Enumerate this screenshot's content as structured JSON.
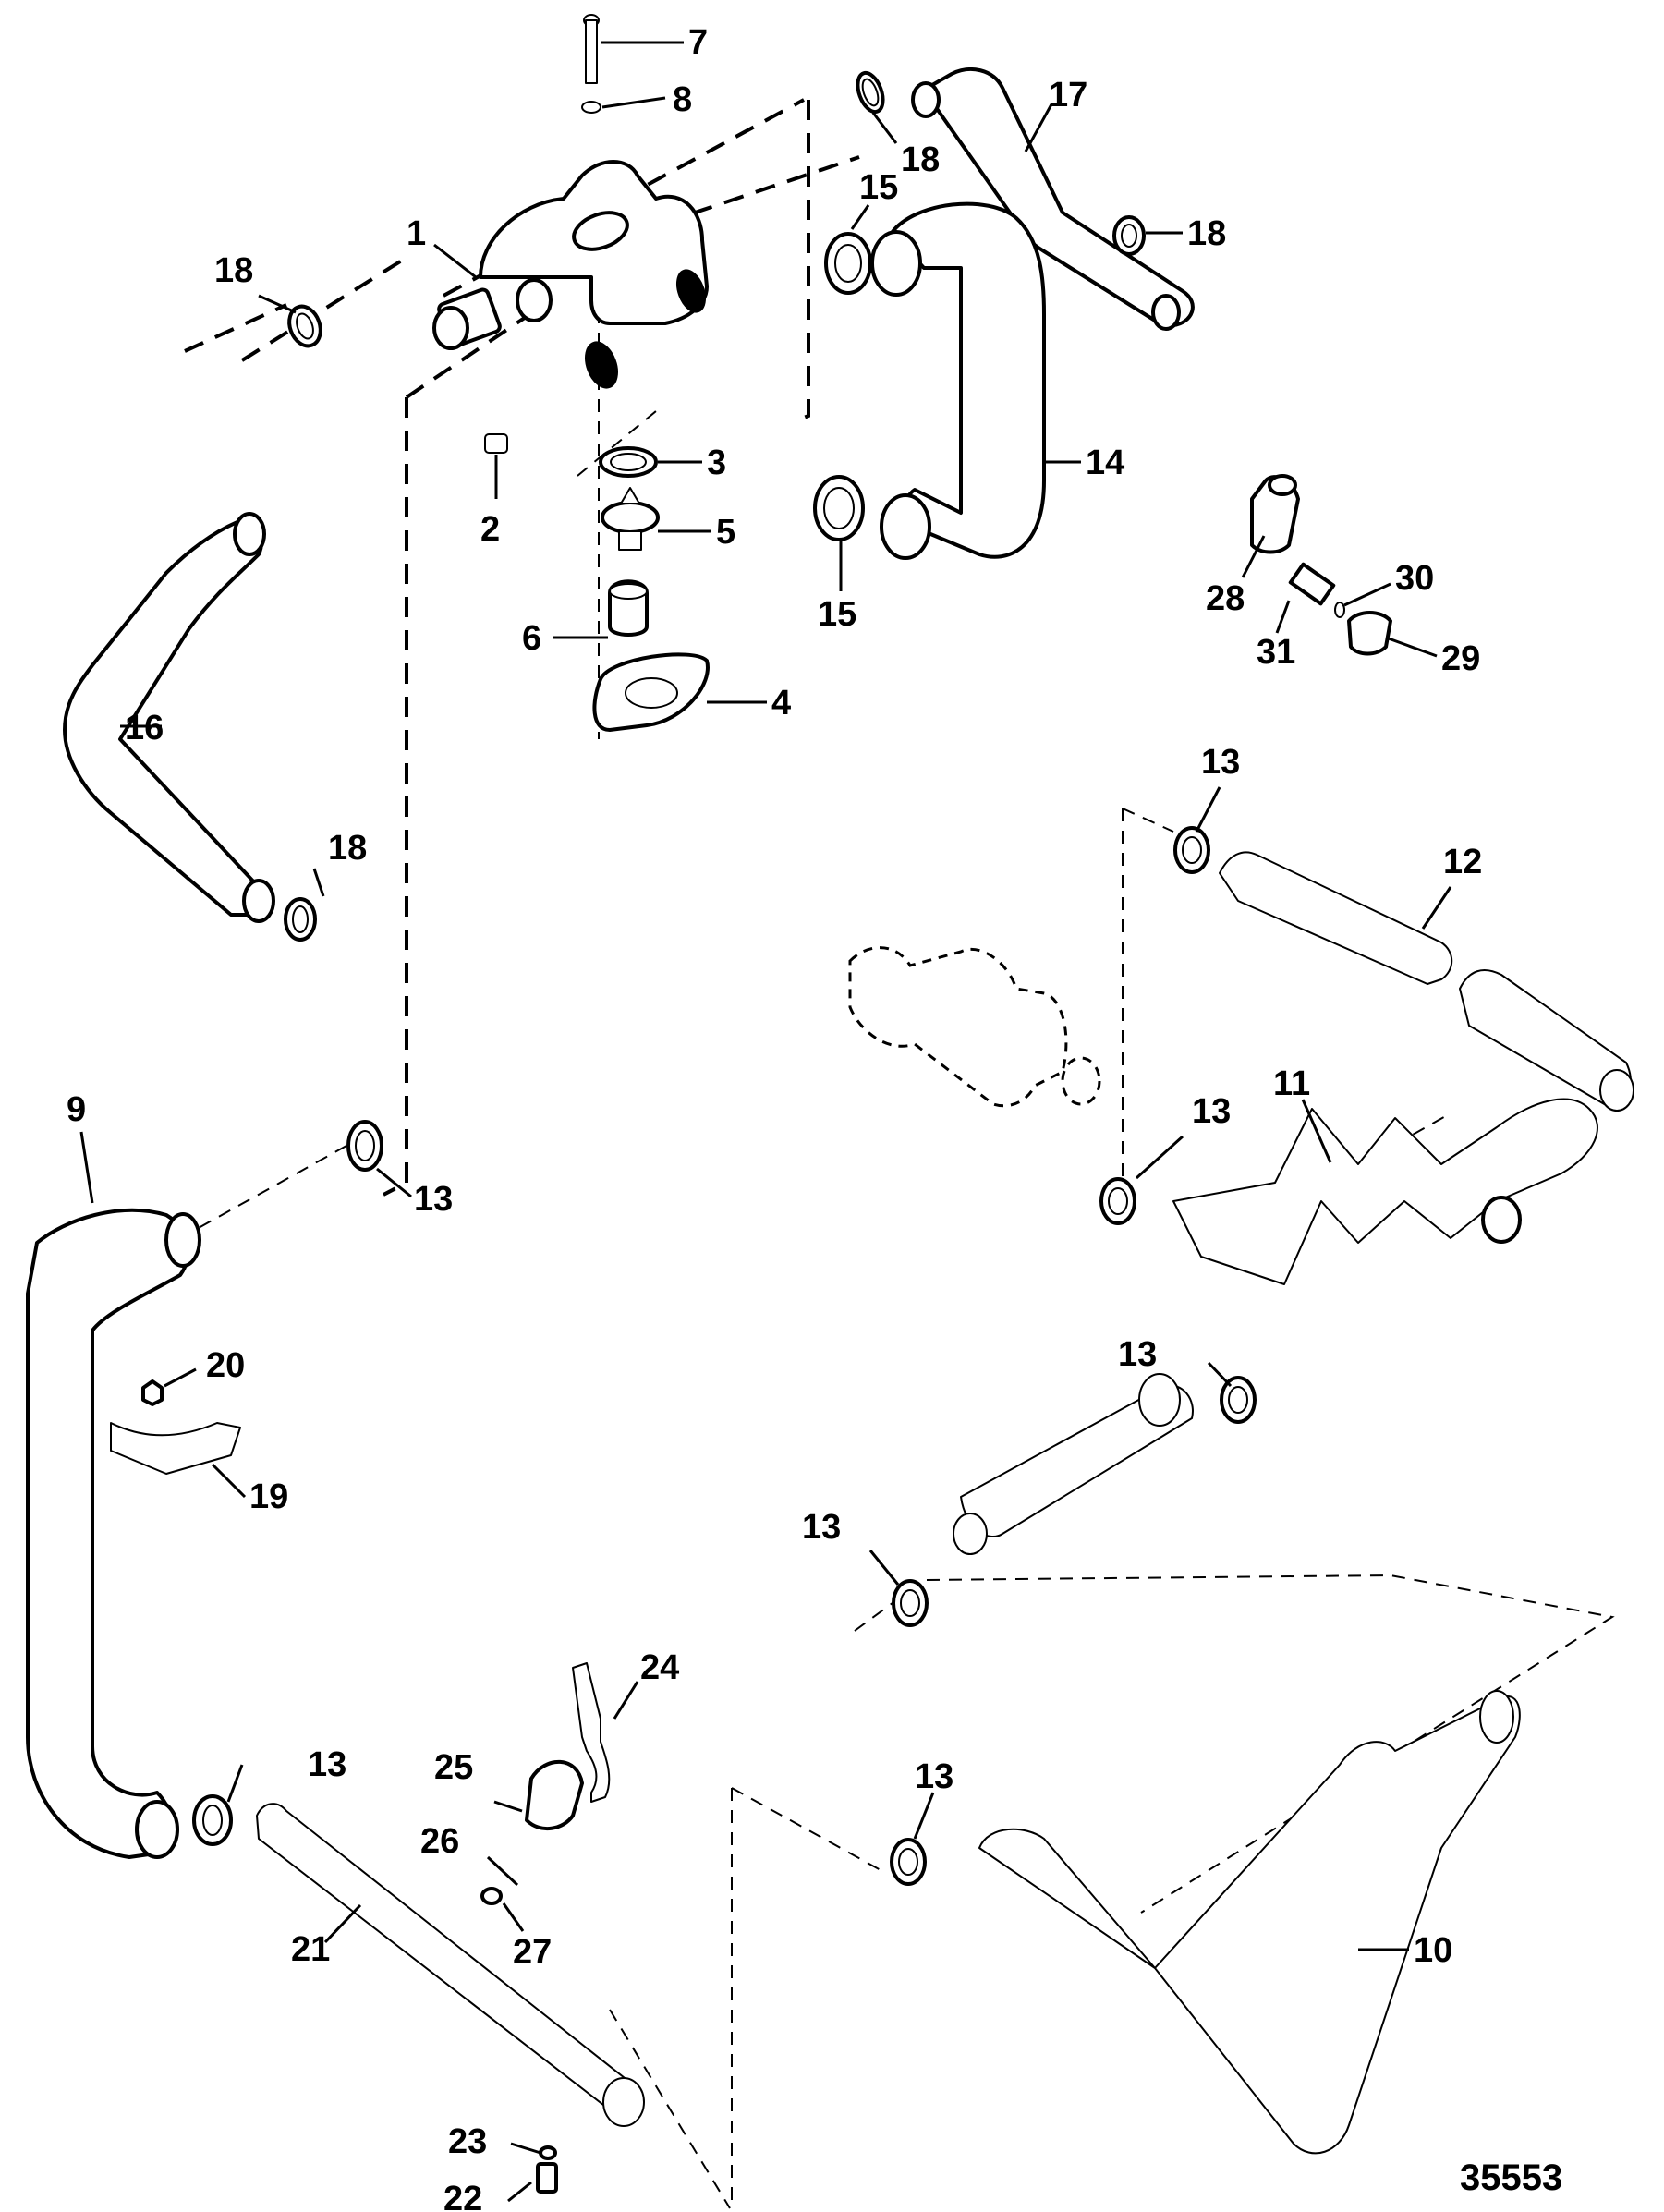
{
  "diagram": {
    "title": "Cooling system hose and thermostat housing – exploded parts view",
    "figure_number": "35553",
    "callouts": [
      {
        "id": "c1",
        "label": "1",
        "part": "thermostat-housing"
      },
      {
        "id": "c2",
        "label": "2",
        "part": "plug"
      },
      {
        "id": "c3",
        "label": "3",
        "part": "seal"
      },
      {
        "id": "c4",
        "label": "4",
        "part": "gasket"
      },
      {
        "id": "c5",
        "label": "5",
        "part": "thermostat"
      },
      {
        "id": "c6",
        "label": "6",
        "part": "thermostat-sleeve"
      },
      {
        "id": "c7",
        "label": "7",
        "part": "bolt"
      },
      {
        "id": "c8",
        "label": "8",
        "part": "washer"
      },
      {
        "id": "c9",
        "label": "9",
        "part": "hose-9"
      },
      {
        "id": "c10",
        "label": "10",
        "part": "hose-10"
      },
      {
        "id": "c11",
        "label": "11",
        "part": "hose-11"
      },
      {
        "id": "c12",
        "label": "12",
        "part": "hose-12"
      },
      {
        "id": "c13a",
        "label": "13",
        "part": "hose-clamp"
      },
      {
        "id": "c13b",
        "label": "13",
        "part": "hose-clamp"
      },
      {
        "id": "c13c",
        "label": "13",
        "part": "hose-clamp"
      },
      {
        "id": "c13d",
        "label": "13",
        "part": "hose-clamp"
      },
      {
        "id": "c13e",
        "label": "13",
        "part": "hose-clamp"
      },
      {
        "id": "c13f",
        "label": "13",
        "part": "hose-clamp"
      },
      {
        "id": "c13g",
        "label": "13",
        "part": "hose-clamp"
      },
      {
        "id": "c14",
        "label": "14",
        "part": "hose-14"
      },
      {
        "id": "c15a",
        "label": "15",
        "part": "hose-clamp-large"
      },
      {
        "id": "c15b",
        "label": "15",
        "part": "hose-clamp-large"
      },
      {
        "id": "c16",
        "label": "16",
        "part": "hose-16"
      },
      {
        "id": "c17",
        "label": "17",
        "part": "hose-17"
      },
      {
        "id": "c18a",
        "label": "18",
        "part": "hose-clamp-small"
      },
      {
        "id": "c18b",
        "label": "18",
        "part": "hose-clamp-small"
      },
      {
        "id": "c18c",
        "label": "18",
        "part": "hose-clamp-small"
      },
      {
        "id": "c18d",
        "label": "18",
        "part": "hose-clamp-small"
      },
      {
        "id": "c19",
        "label": "19",
        "part": "strap"
      },
      {
        "id": "c20",
        "label": "20",
        "part": "nut"
      },
      {
        "id": "c21",
        "label": "21",
        "part": "tube"
      },
      {
        "id": "c22",
        "label": "22",
        "part": "drain-plug"
      },
      {
        "id": "c23",
        "label": "23",
        "part": "o-ring"
      },
      {
        "id": "c24",
        "label": "24",
        "part": "bracket"
      },
      {
        "id": "c25",
        "label": "25",
        "part": "clamp"
      },
      {
        "id": "c26",
        "label": "26",
        "part": "screw"
      },
      {
        "id": "c27",
        "label": "27",
        "part": "nut-small"
      },
      {
        "id": "c28",
        "label": "28",
        "part": "fitting"
      },
      {
        "id": "c29",
        "label": "29",
        "part": "sender"
      },
      {
        "id": "c30",
        "label": "30",
        "part": "washer-small"
      },
      {
        "id": "c31",
        "label": "31",
        "part": "adapter"
      }
    ]
  }
}
